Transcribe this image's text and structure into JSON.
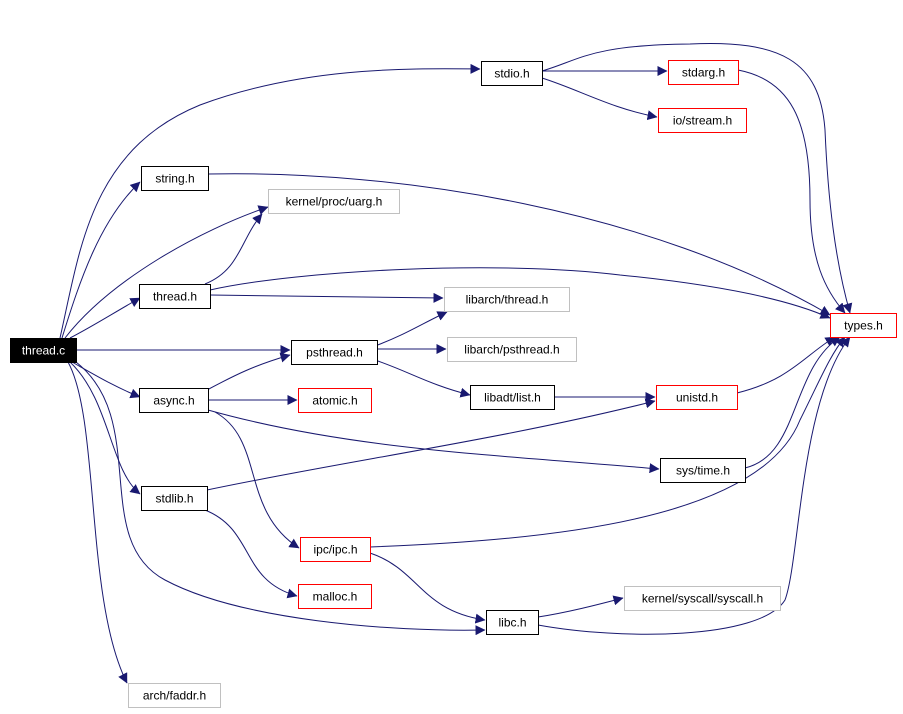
{
  "colors": {
    "edge": "#191970",
    "root_fill": "#000000",
    "root_text": "#ffffff",
    "node_fill": "#ffffff",
    "normal_border": "#000000",
    "red_border": "#ff0000",
    "gray_border": "#c0c0c0",
    "text": "#000000"
  },
  "nodes": [
    {
      "id": "thread_c",
      "label": "thread.c",
      "style": "root"
    },
    {
      "id": "stdio_h",
      "label": "stdio.h",
      "style": "normal"
    },
    {
      "id": "string_h",
      "label": "string.h",
      "style": "normal"
    },
    {
      "id": "kernel_proc_uarg_h",
      "label": "kernel/proc/uarg.h",
      "style": "gray"
    },
    {
      "id": "thread_h",
      "label": "thread.h",
      "style": "normal"
    },
    {
      "id": "libarch_thread_h",
      "label": "libarch/thread.h",
      "style": "gray"
    },
    {
      "id": "psthread_h",
      "label": "psthread.h",
      "style": "normal"
    },
    {
      "id": "libarch_psthread_h",
      "label": "libarch/psthread.h",
      "style": "gray"
    },
    {
      "id": "async_h",
      "label": "async.h",
      "style": "normal"
    },
    {
      "id": "atomic_h",
      "label": "atomic.h",
      "style": "red"
    },
    {
      "id": "libadt_list_h",
      "label": "libadt/list.h",
      "style": "normal"
    },
    {
      "id": "unistd_h",
      "label": "unistd.h",
      "style": "red"
    },
    {
      "id": "stdarg_h",
      "label": "stdarg.h",
      "style": "red"
    },
    {
      "id": "io_stream_h",
      "label": "io/stream.h",
      "style": "red"
    },
    {
      "id": "types_h",
      "label": "types.h",
      "style": "red"
    },
    {
      "id": "sys_time_h",
      "label": "sys/time.h",
      "style": "normal"
    },
    {
      "id": "stdlib_h",
      "label": "stdlib.h",
      "style": "normal"
    },
    {
      "id": "ipc_ipc_h",
      "label": "ipc/ipc.h",
      "style": "red"
    },
    {
      "id": "malloc_h",
      "label": "malloc.h",
      "style": "red"
    },
    {
      "id": "libc_h",
      "label": "libc.h",
      "style": "normal"
    },
    {
      "id": "kernel_syscall_syscall_h",
      "label": "kernel/syscall/syscall.h",
      "style": "gray"
    },
    {
      "id": "arch_faddr_h",
      "label": "arch/faddr.h",
      "style": "gray"
    }
  ],
  "edges": [
    {
      "from": "thread_c",
      "to": "stdio_h"
    },
    {
      "from": "thread_c",
      "to": "string_h"
    },
    {
      "from": "thread_c",
      "to": "kernel_proc_uarg_h"
    },
    {
      "from": "thread_c",
      "to": "thread_h"
    },
    {
      "from": "thread_c",
      "to": "psthread_h"
    },
    {
      "from": "thread_c",
      "to": "async_h"
    },
    {
      "from": "thread_c",
      "to": "stdlib_h"
    },
    {
      "from": "thread_c",
      "to": "libc_h"
    },
    {
      "from": "thread_c",
      "to": "arch_faddr_h"
    },
    {
      "from": "stdio_h",
      "to": "stdarg_h"
    },
    {
      "from": "stdio_h",
      "to": "io_stream_h"
    },
    {
      "from": "stdio_h",
      "to": "types_h"
    },
    {
      "from": "stdarg_h",
      "to": "types_h"
    },
    {
      "from": "string_h",
      "to": "types_h"
    },
    {
      "from": "thread_h",
      "to": "kernel_proc_uarg_h"
    },
    {
      "from": "thread_h",
      "to": "libarch_thread_h"
    },
    {
      "from": "thread_h",
      "to": "types_h"
    },
    {
      "from": "psthread_h",
      "to": "libarch_thread_h"
    },
    {
      "from": "psthread_h",
      "to": "libarch_psthread_h"
    },
    {
      "from": "psthread_h",
      "to": "libadt_list_h"
    },
    {
      "from": "libadt_list_h",
      "to": "unistd_h"
    },
    {
      "from": "unistd_h",
      "to": "types_h"
    },
    {
      "from": "async_h",
      "to": "psthread_h"
    },
    {
      "from": "async_h",
      "to": "atomic_h"
    },
    {
      "from": "async_h",
      "to": "sys_time_h"
    },
    {
      "from": "async_h",
      "to": "ipc_ipc_h"
    },
    {
      "from": "sys_time_h",
      "to": "types_h"
    },
    {
      "from": "stdlib_h",
      "to": "unistd_h"
    },
    {
      "from": "stdlib_h",
      "to": "malloc_h"
    },
    {
      "from": "ipc_ipc_h",
      "to": "types_h"
    },
    {
      "from": "ipc_ipc_h",
      "to": "libc_h"
    },
    {
      "from": "libc_h",
      "to": "kernel_syscall_syscall_h"
    },
    {
      "from": "libc_h",
      "to": "types_h"
    }
  ]
}
